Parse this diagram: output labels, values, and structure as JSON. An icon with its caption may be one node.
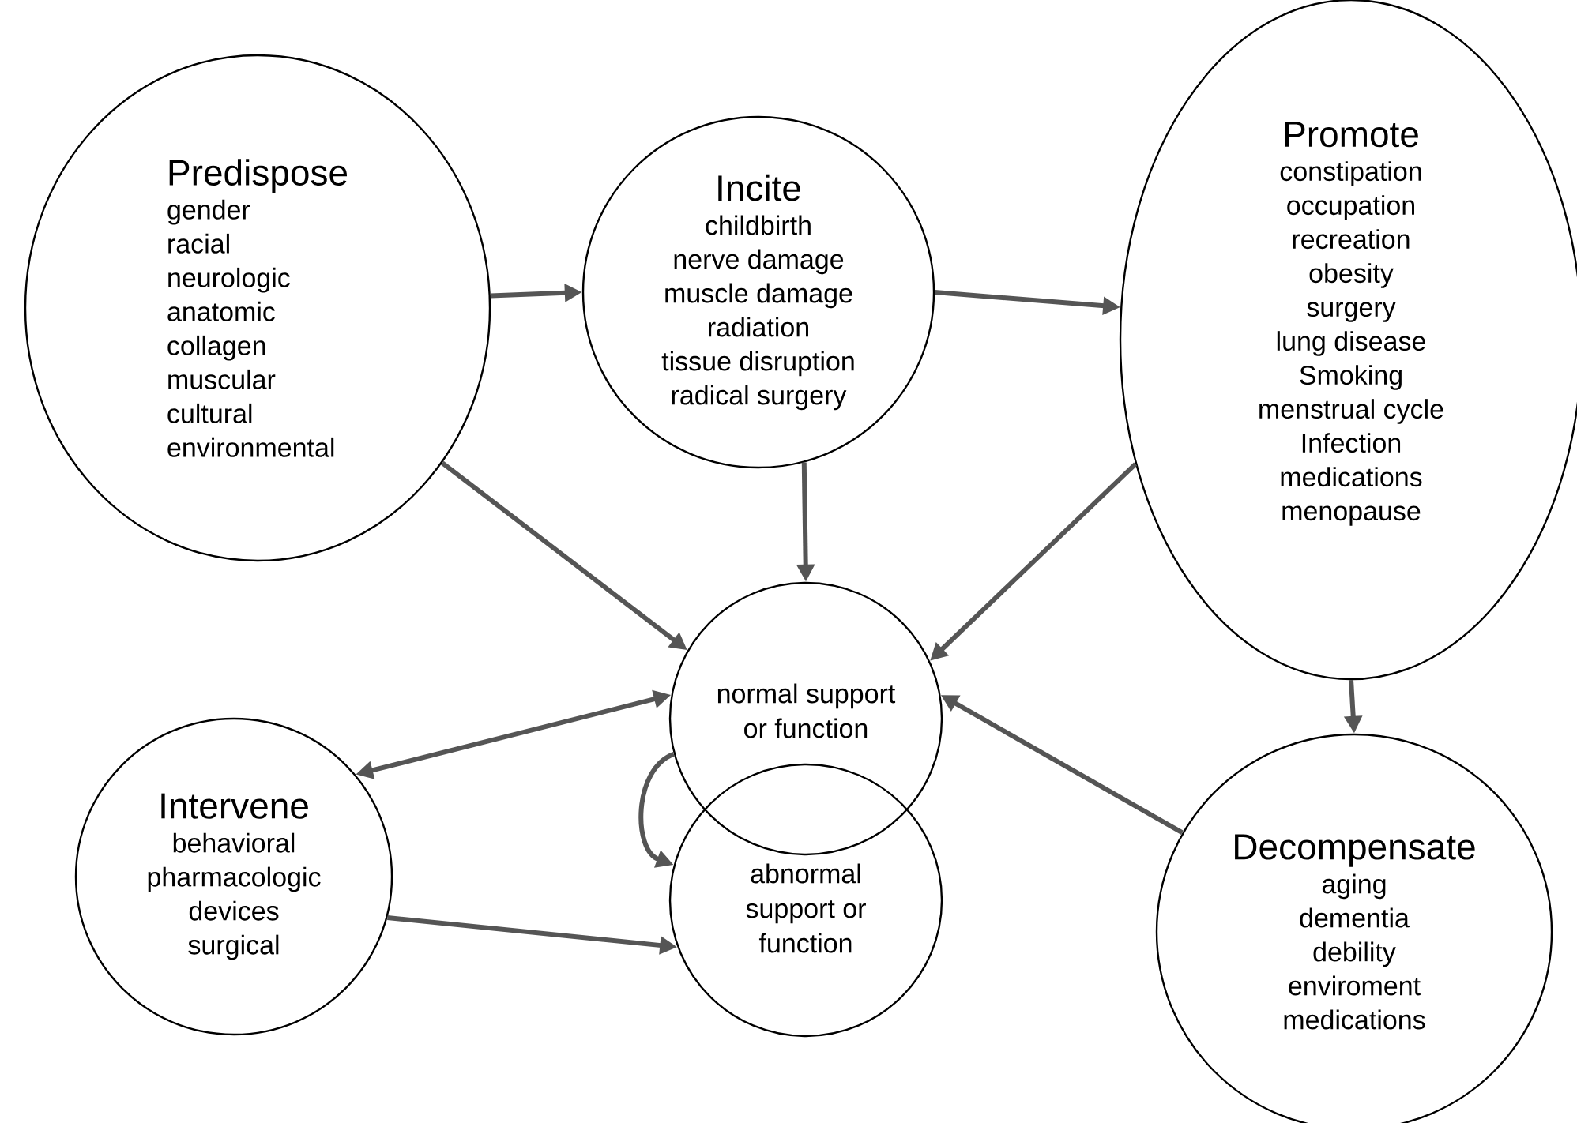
{
  "diagram": {
    "nodes": [
      {
        "text": [
          "Predispose",
          "gender",
          "racial",
          "neurologic",
          "anatomic",
          "collagen",
          "muscular",
          "cultural",
          "environmental"
        ]
      },
      {
        "text": [
          "Incite",
          "childbirth",
          "nerve damage",
          "muscle damage",
          "radiation",
          "tissue disruption",
          "radical surgery"
        ]
      },
      {
        "text": [
          "Promote",
          "constipation",
          "occupation",
          "recreation",
          "obesity",
          "surgery",
          "lung disease",
          "Smoking",
          "menstrual cycle",
          "Infection",
          "medications",
          "menopause"
        ]
      },
      {
        "text": [
          "normal support or function"
        ]
      },
      {
        "text": [
          "abnormal support or function"
        ]
      },
      {
        "text": [
          "Intervene",
          "behavioral",
          "pharmacologic",
          "devices",
          "surgical"
        ]
      },
      {
        "text": [
          "Decompensate",
          "aging",
          "dementia",
          "debility",
          "enviroment",
          "medications"
        ]
      }
    ],
    "edges": [
      {
        "from": 0,
        "to": 1,
        "arrow": "to"
      },
      {
        "from": 1,
        "to": 2,
        "arrow": "to"
      },
      {
        "from": 0,
        "to": 3,
        "arrow": "to"
      },
      {
        "from": 1,
        "to": 3,
        "arrow": "to"
      },
      {
        "from": 2,
        "to": 3,
        "arrow": "to"
      },
      {
        "from": 2,
        "to": 6,
        "arrow": "to"
      },
      {
        "from": 6,
        "to": 3,
        "arrow": "to"
      },
      {
        "from": 5,
        "to": 3,
        "arrow": "both"
      },
      {
        "from": 3,
        "to": 4,
        "arrow": "to"
      },
      {
        "from": 5,
        "to": 4,
        "arrow": "to"
      }
    ]
  }
}
